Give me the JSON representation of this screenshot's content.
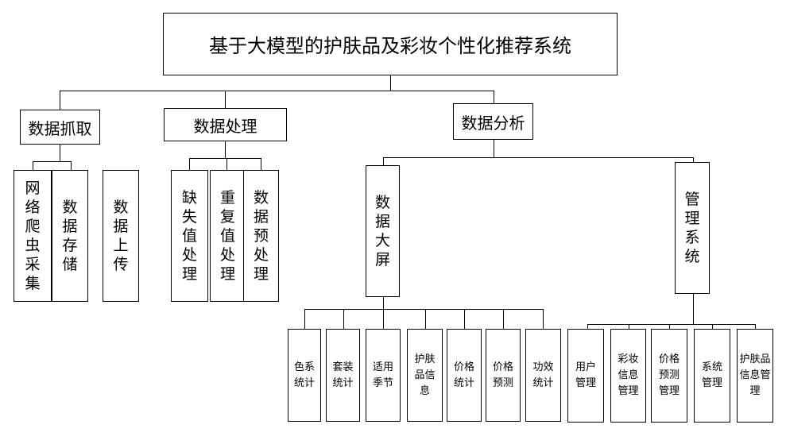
{
  "root": "基于大模型的护肤品及彩妆个性化推荐系统",
  "level1": [
    "数据抓取",
    "数据处理",
    "数据分析"
  ],
  "crawl": [
    "网络爬虫采集",
    "数据存储",
    "数据上传"
  ],
  "process": [
    "缺失值处理",
    "重复值处理",
    "数据预处理"
  ],
  "analysis": [
    "数据大屏",
    "管理系统"
  ],
  "screen": [
    "色系统计",
    "套装统计",
    "适用季节",
    "护肤品信息",
    "价格统计",
    "价格预测",
    "功效统计"
  ],
  "manage": [
    "用户管理",
    "彩妆信息管理",
    "价格预测管理",
    "系统管理",
    "护肤品信息管理"
  ]
}
